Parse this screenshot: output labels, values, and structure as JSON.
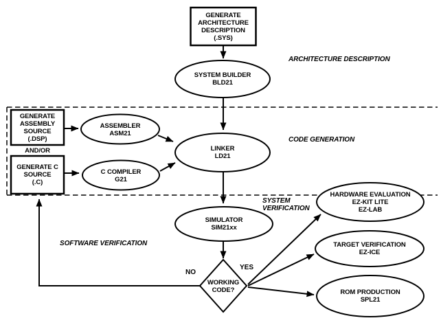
{
  "diagram": {
    "nodes": {
      "generate_architecture_description": "GENERATE\nARCHITECTURE\nDESCRIPTION\n(.SYS)",
      "system_builder": "SYSTEM BUILDER\nBLD21",
      "generate_assembly_source": "GENERATE\nASSEMBLY\nSOURCE\n(.DSP)",
      "assembler": "ASSEMBLER\nASM21",
      "generate_c_source": "GENERATE C\nSOURCE\n(.C)",
      "c_compiler": "C COMPILER\nG21",
      "linker": "LINKER\nLD21",
      "simulator": "SIMULATOR\nSIM21xx",
      "working_code": "WORKING\nCODE?",
      "hardware_evaluation": "HARDWARE EVALUATION\nEZ-KIT LITE\nEZ-LAB",
      "target_verification": "TARGET VERIFICATION\nEZ-ICE",
      "rom_production": "ROM PRODUCTION\nSPL21"
    },
    "section_labels": {
      "architecture_description": "ARCHITECTURE DESCRIPTION",
      "code_generation": "CODE GENERATION",
      "system_verification": "SYSTEM\nVERIFICATION",
      "software_verification": "SOFTWARE VERIFICATION"
    },
    "connector_labels": {
      "and_or": "AND/OR",
      "no": "NO",
      "yes": "YES"
    },
    "colors": {
      "line": "#000000",
      "background": "#ffffff"
    }
  }
}
